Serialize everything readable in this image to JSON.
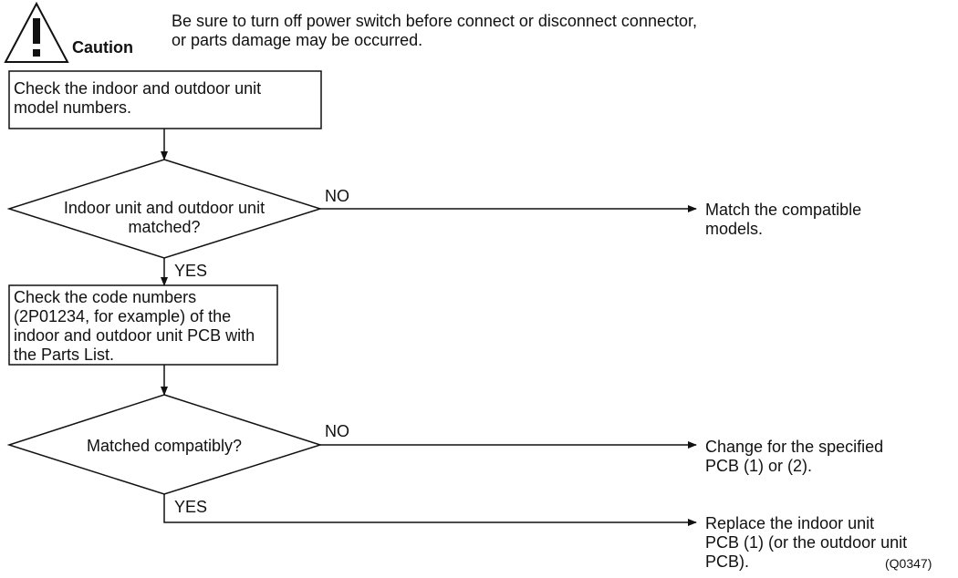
{
  "caution": {
    "label": "Caution",
    "icon": "warning-triangle-icon",
    "message": "Be sure to turn off power switch before connect or disconnect connector,\nor parts damage may be occurred."
  },
  "flow": {
    "step1": "Check the indoor and outdoor unit\nmodel numbers.",
    "decision1": "Indoor unit and outdoor unit\nmatched?",
    "decision1_no": "NO",
    "decision1_yes": "YES",
    "result1": "Match the compatible\nmodels.",
    "step2": "Check the code numbers\n(2P01234, for example) of the\nindoor and outdoor unit PCB with\nthe Parts List.",
    "decision2": "Matched compatibly?",
    "decision2_no": "NO",
    "decision2_yes": "YES",
    "result2": "Change for the specified\nPCB (1) or (2).",
    "result3": "Replace the indoor unit\nPCB (1) (or the outdoor unit\nPCB)."
  },
  "figure_code": "(Q0347)"
}
